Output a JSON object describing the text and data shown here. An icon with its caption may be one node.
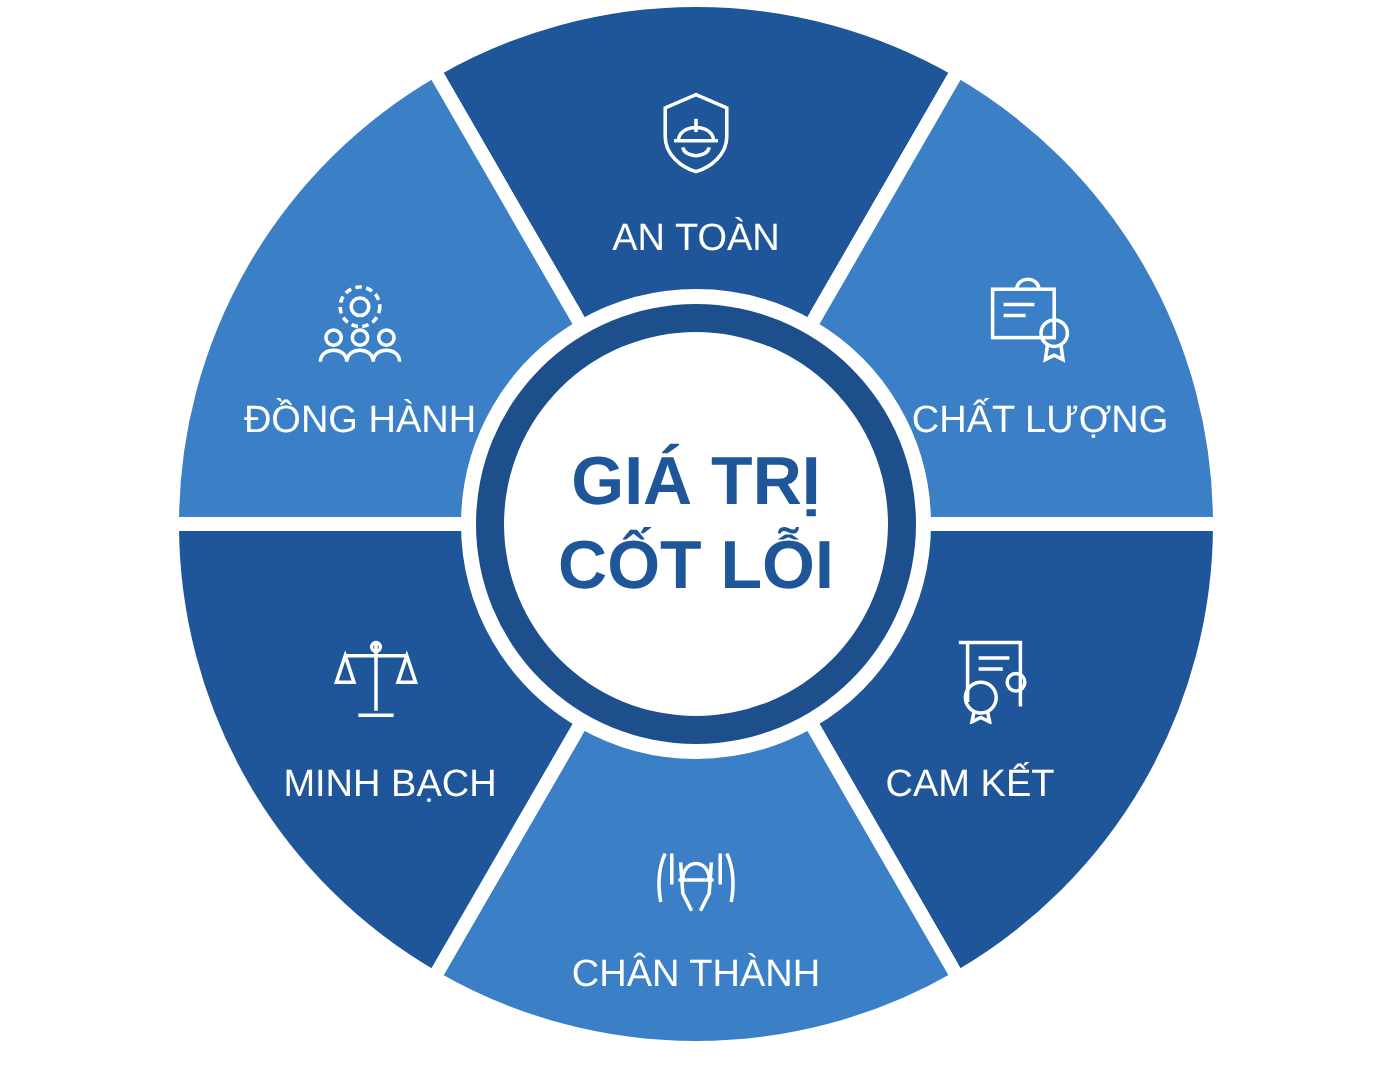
{
  "diagram": {
    "nodes": [
      {
        "text": [
          "GIÁ TRỊ CỐT LỖI"
        ]
      },
      {
        "text": [
          "AN TOÀN"
        ]
      },
      {
        "text": [
          "CHẤT LƯỢNG"
        ]
      },
      {
        "text": [
          "CAM KẾT"
        ]
      },
      {
        "text": [
          "CHÂN THÀNH"
        ]
      },
      {
        "text": [
          "MINH BẠCH"
        ]
      },
      {
        "text": [
          "ĐỒNG HÀNH"
        ]
      }
    ],
    "edges": []
  }
}
